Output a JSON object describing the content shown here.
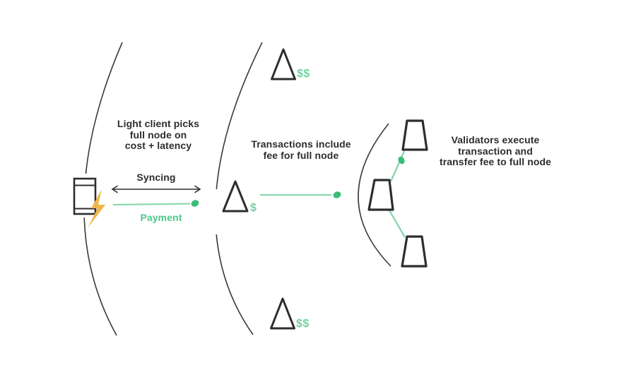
{
  "labels": {
    "light_client_picks": "Light client picks\nfull node on\ncost + latency",
    "syncing": "Syncing",
    "payment": "Payment",
    "transactions_fee": "Transactions include\nfee for full node",
    "validators_execute": "Validators execute\ntransaction and\ntransfer fee to full node"
  },
  "full_nodes": [
    {
      "position": "top",
      "fee": "$$"
    },
    {
      "position": "middle",
      "fee": "$"
    },
    {
      "position": "bottom",
      "fee": "$$"
    }
  ],
  "validators_count": 3,
  "icons": {
    "light_client": "phone-icon",
    "power": "lightning-bolt-icon"
  },
  "colors": {
    "ink": "#2d2d2d",
    "green_text": "#4ec78c",
    "green_line": "#8ad7ae",
    "green_dot": "#3bbd7a",
    "dollar_green": "#72d19f",
    "bolt_gold": "#eeb54a",
    "background": "#ffffff"
  }
}
